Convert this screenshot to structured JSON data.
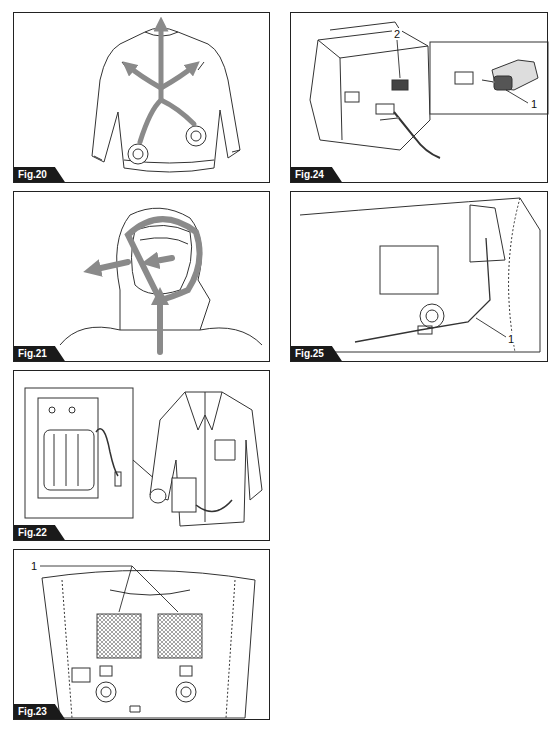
{
  "diagram": {
    "nodes": [
      {
        "text": [
          "Fig.20"
        ]
      },
      {
        "text": [
          "Fig.24"
        ]
      },
      {
        "text": [
          "Fig.21"
        ]
      },
      {
        "text": [
          "Fig.25"
        ]
      },
      {
        "text": [
          "Fig.22"
        ]
      },
      {
        "text": [
          "Fig.23"
        ]
      }
    ],
    "labels": [
      "2",
      "1",
      "1",
      "1"
    ]
  }
}
